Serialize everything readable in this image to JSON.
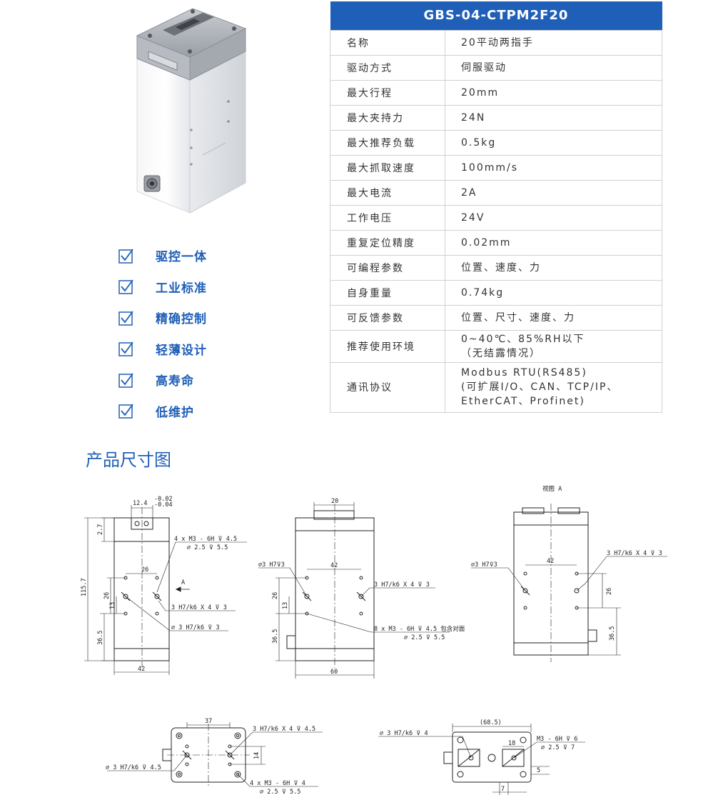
{
  "spec_table": {
    "model": "GBS-04-CTPM2F20",
    "rows": [
      {
        "key": "名称",
        "value": "20平动两指手"
      },
      {
        "key": "驱动方式",
        "value": "伺服驱动"
      },
      {
        "key": "最大行程",
        "value": "20mm"
      },
      {
        "key": "最大夹持力",
        "value": "24N"
      },
      {
        "key": "最大推荐负载",
        "value": "0.5kg"
      },
      {
        "key": "最大抓取速度",
        "value": "100mm/s"
      },
      {
        "key": "最大电流",
        "value": "2A"
      },
      {
        "key": "工作电压",
        "value": "24V"
      },
      {
        "key": "重复定位精度",
        "value": "0.02mm"
      },
      {
        "key": "可编程参数",
        "value": "位置、速度、力"
      },
      {
        "key": "自身重量",
        "value": "0.74kg"
      },
      {
        "key": "可反馈参数",
        "value": "位置、尺寸、速度、力"
      },
      {
        "key": "推荐使用环境",
        "value_lines": [
          "0~40℃、85%RH以下",
          "（无结露情况）"
        ]
      },
      {
        "key": "通讯协议",
        "value_lines": [
          "Modbus RTU(RS485)",
          "(可扩展I/O、CAN、TCP/IP、",
          "EtherCAT、Profinet)"
        ]
      }
    ]
  },
  "features": [
    "驱控一体",
    "工业标准",
    "精确控制",
    "轻薄设计",
    "高寿命",
    "低维护"
  ],
  "section_title": "产品尺寸图",
  "drawing": {
    "front": {
      "top_dim": "12.4",
      "tol_upper": "-0.02",
      "tol_lower": "-0.04",
      "height_total": "115.7",
      "h27": "2.7",
      "h26": "26",
      "h13": "13",
      "h365": "36.5",
      "w26": "26",
      "w42": "42",
      "view_arrow": "A",
      "note1a": "4 x  M3 - 6H  ⊽ 4.5",
      "note1b": "⌀ 2.5  ⊽ 5.5",
      "note2": "3 H7/k6 X 4  ⊽ 3",
      "note3": "⌀ 3 H7/k6  ⊽ 3"
    },
    "side": {
      "top20": "20",
      "w42": "42",
      "w60": "60",
      "h26": "26",
      "h13": "13",
      "h365": "36.5",
      "note1": "⌀3 H7⊽3",
      "note2": "3 H7/k6 X 4  ⊽ 3",
      "note3a": "8 x  M3 - 6H  ⊽ 4.5 包含对面",
      "note3b": "⌀ 2.5  ⊽ 5.5"
    },
    "viewA": {
      "title": "视图 A",
      "w42": "42",
      "h26": "26",
      "h365": "36.5",
      "note1": "⌀3 H7⊽3",
      "note2": "3 H7/k6 X 4  ⊽ 3"
    },
    "bottom": {
      "w37": "37",
      "h14": "14",
      "note1": "3 H7/k6 X 4  ⊽ 4.5",
      "note2": "⌀ 3 H7/k6  ⊽ 4.5",
      "note3a": "4 x  M3 - 6H  ⊽ 4",
      "note3b": "⌀ 2.5  ⊽ 5.5"
    },
    "top": {
      "w685": "(68.5)",
      "w18": "18",
      "h5": "5",
      "w7": "7",
      "note1": "⌀ 3 H7/k6  ⊽ 4",
      "note2a": "M3 - 6H  ⊽ 6",
      "note2b": "⌀ 2.5  ⊽ 7"
    }
  },
  "colors": {
    "accent": "#1f5fb8",
    "table_border": "#d0d0d0"
  }
}
